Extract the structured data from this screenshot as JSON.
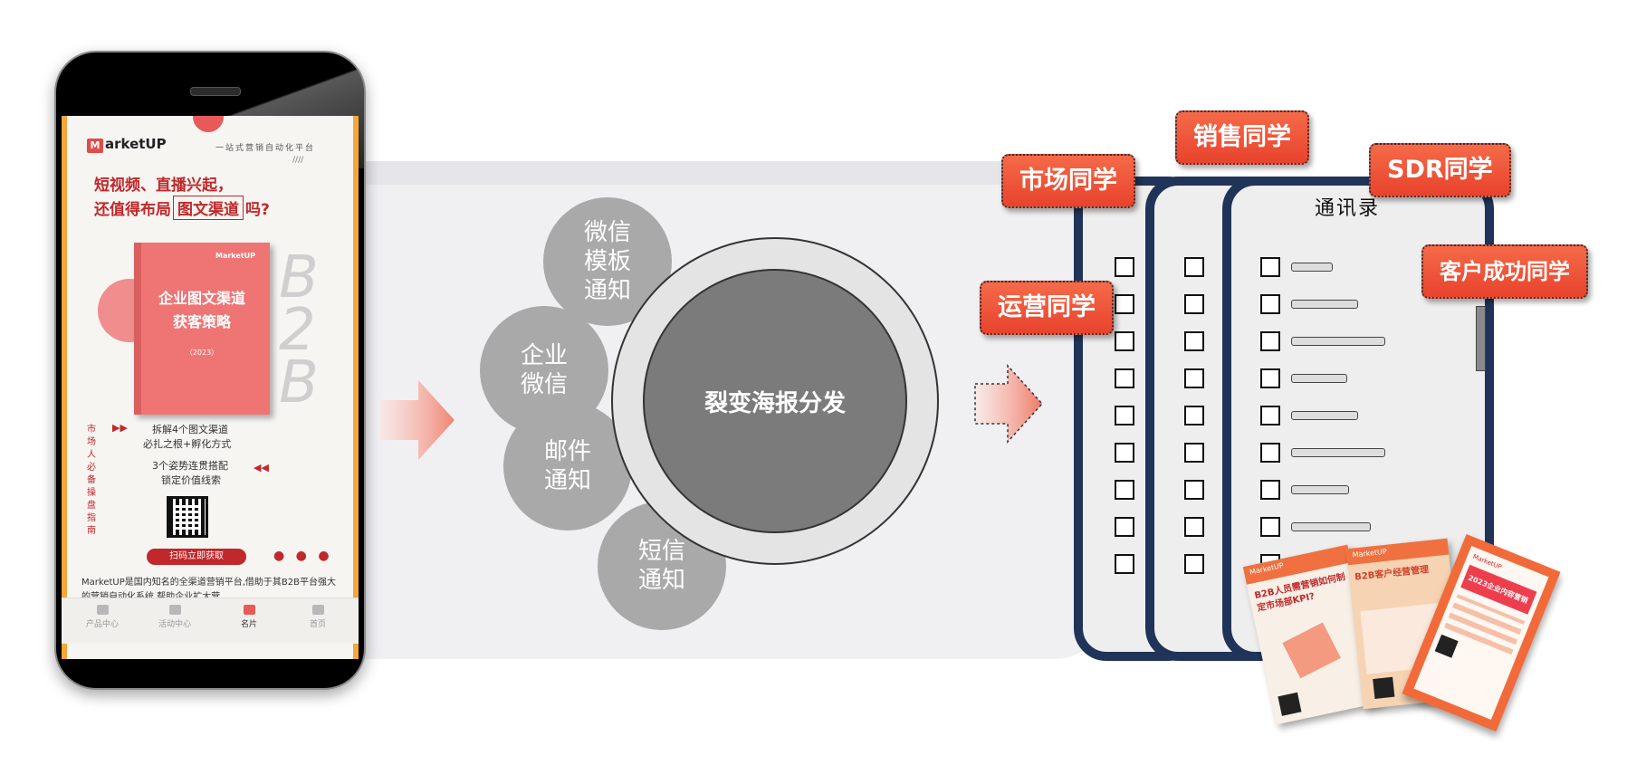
{
  "phone": {
    "logo": "arketUP",
    "logo_mark": "M",
    "slogan": "一站式营销自动化平台",
    "slashes": "////",
    "headline_1": "短视频、直播兴起，",
    "headline_2_pre": "还值得布局",
    "headline_2_box": "图文渠道",
    "headline_2_post": "吗?",
    "book_logo": "MarketUP",
    "book_title_1": "企业图文渠道",
    "book_title_2": "获客策略",
    "book_year": "（2023）",
    "b2b_letters": [
      "B",
      "2",
      "B"
    ],
    "vertical_text": "市场人必备操盘指南",
    "point_1a": "拆解4个图文渠道",
    "point_1b": "必扎之根+孵化方式",
    "point_2a": "3个姿势连贯搭配",
    "point_2b": "锁定价值线索",
    "scan_button": "扫码立即获取",
    "dots": "● ● ●",
    "description": "MarketUP是国内知名的全渠道营销平台,借助于其B2B平台强大的营销自动化系统,帮助企业扩大营",
    "tabs": [
      {
        "label": "产品中心"
      },
      {
        "label": "活动中心"
      },
      {
        "label": "名片"
      },
      {
        "label": "首页"
      }
    ]
  },
  "channels": {
    "wechat_template": "微信\n模板\n通知",
    "wecom": "企业\n微信",
    "email": "邮件\n通知",
    "sms": "短信\n通知",
    "center": "裂变海报分发"
  },
  "contacts": {
    "title": "通讯录"
  },
  "roles": {
    "sales": "销售同学",
    "market": "市场同学",
    "sdr": "SDR同学",
    "ops": "运营同学",
    "cs": "客户成功同学"
  },
  "posters": {
    "p1_brand": "MarketUP",
    "p1_title": "B2B人员需营销如何制定市场部KPI?",
    "p2_brand": "MarketUP",
    "p2_title": "B2B客户经营管理",
    "p3_brand": "MarketUP",
    "p3_title": "2023企业内容营销"
  },
  "colors": {
    "card_border": "#1f3458",
    "tag_red": "#e8432d",
    "circle_grey": "#a9a9a9",
    "core_grey": "#7b7b7b",
    "brand_red": "#c0282b"
  }
}
